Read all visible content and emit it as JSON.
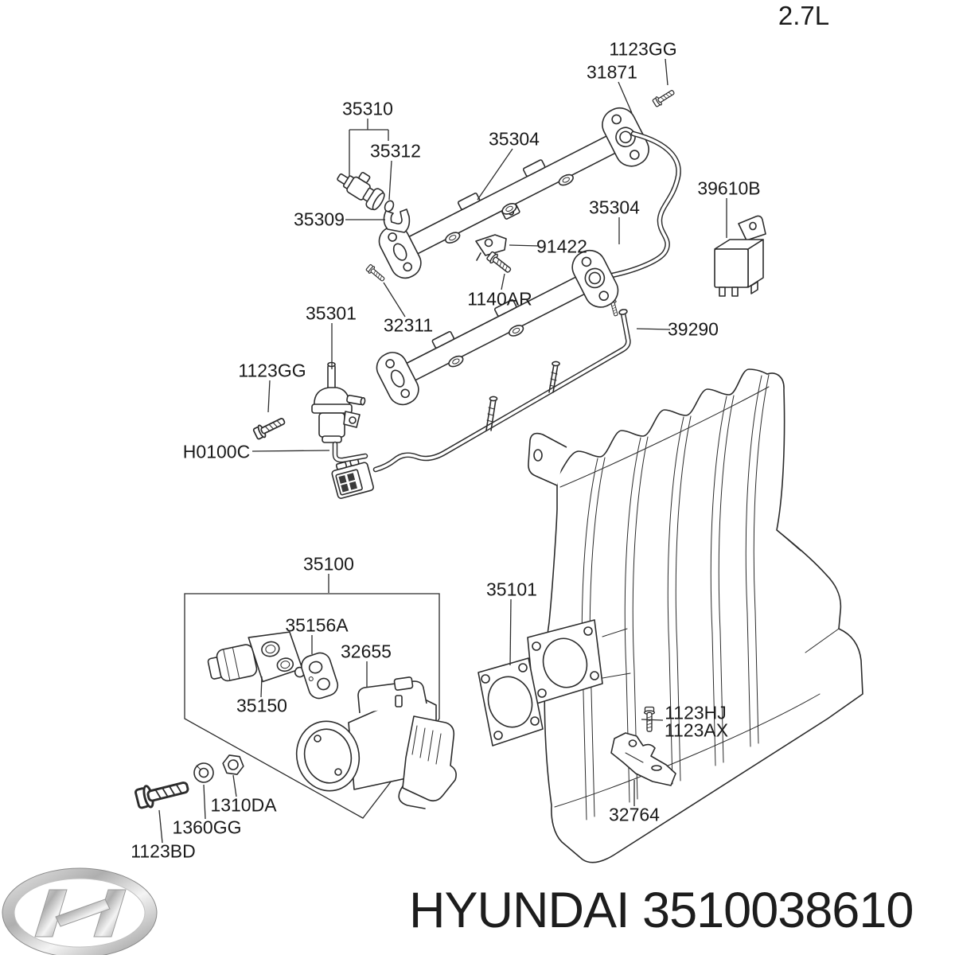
{
  "page": {
    "engine_variant": "2.7L"
  },
  "footer": {
    "brand": "HYUNDAI",
    "part_number": "3510038610"
  },
  "colors": {
    "background": "#ffffff",
    "line": "#2b2b2b",
    "logo_silver": "#b5b5b5"
  },
  "logo": {
    "name": "hyundai-logo"
  },
  "labels": [
    {
      "text": "35310"
    },
    {
      "text": "35312"
    },
    {
      "text": "35309"
    },
    {
      "text": "35304"
    },
    {
      "text": "1123GG"
    },
    {
      "text": "31871"
    },
    {
      "text": "39610B"
    },
    {
      "text": "35304"
    },
    {
      "text": "91422"
    },
    {
      "text": "1140AR"
    },
    {
      "text": "32311"
    },
    {
      "text": "35301"
    },
    {
      "text": "39290"
    },
    {
      "text": "1123GG"
    },
    {
      "text": "H0100C"
    },
    {
      "text": "35100"
    },
    {
      "text": "35101"
    },
    {
      "text": "35156A"
    },
    {
      "text": "32655"
    },
    {
      "text": "35150"
    },
    {
      "text": "1123HJ"
    },
    {
      "text": "1123AX"
    },
    {
      "text": "1310DA"
    },
    {
      "text": "1360GG"
    },
    {
      "text": "1123BD"
    },
    {
      "text": "32764"
    }
  ]
}
